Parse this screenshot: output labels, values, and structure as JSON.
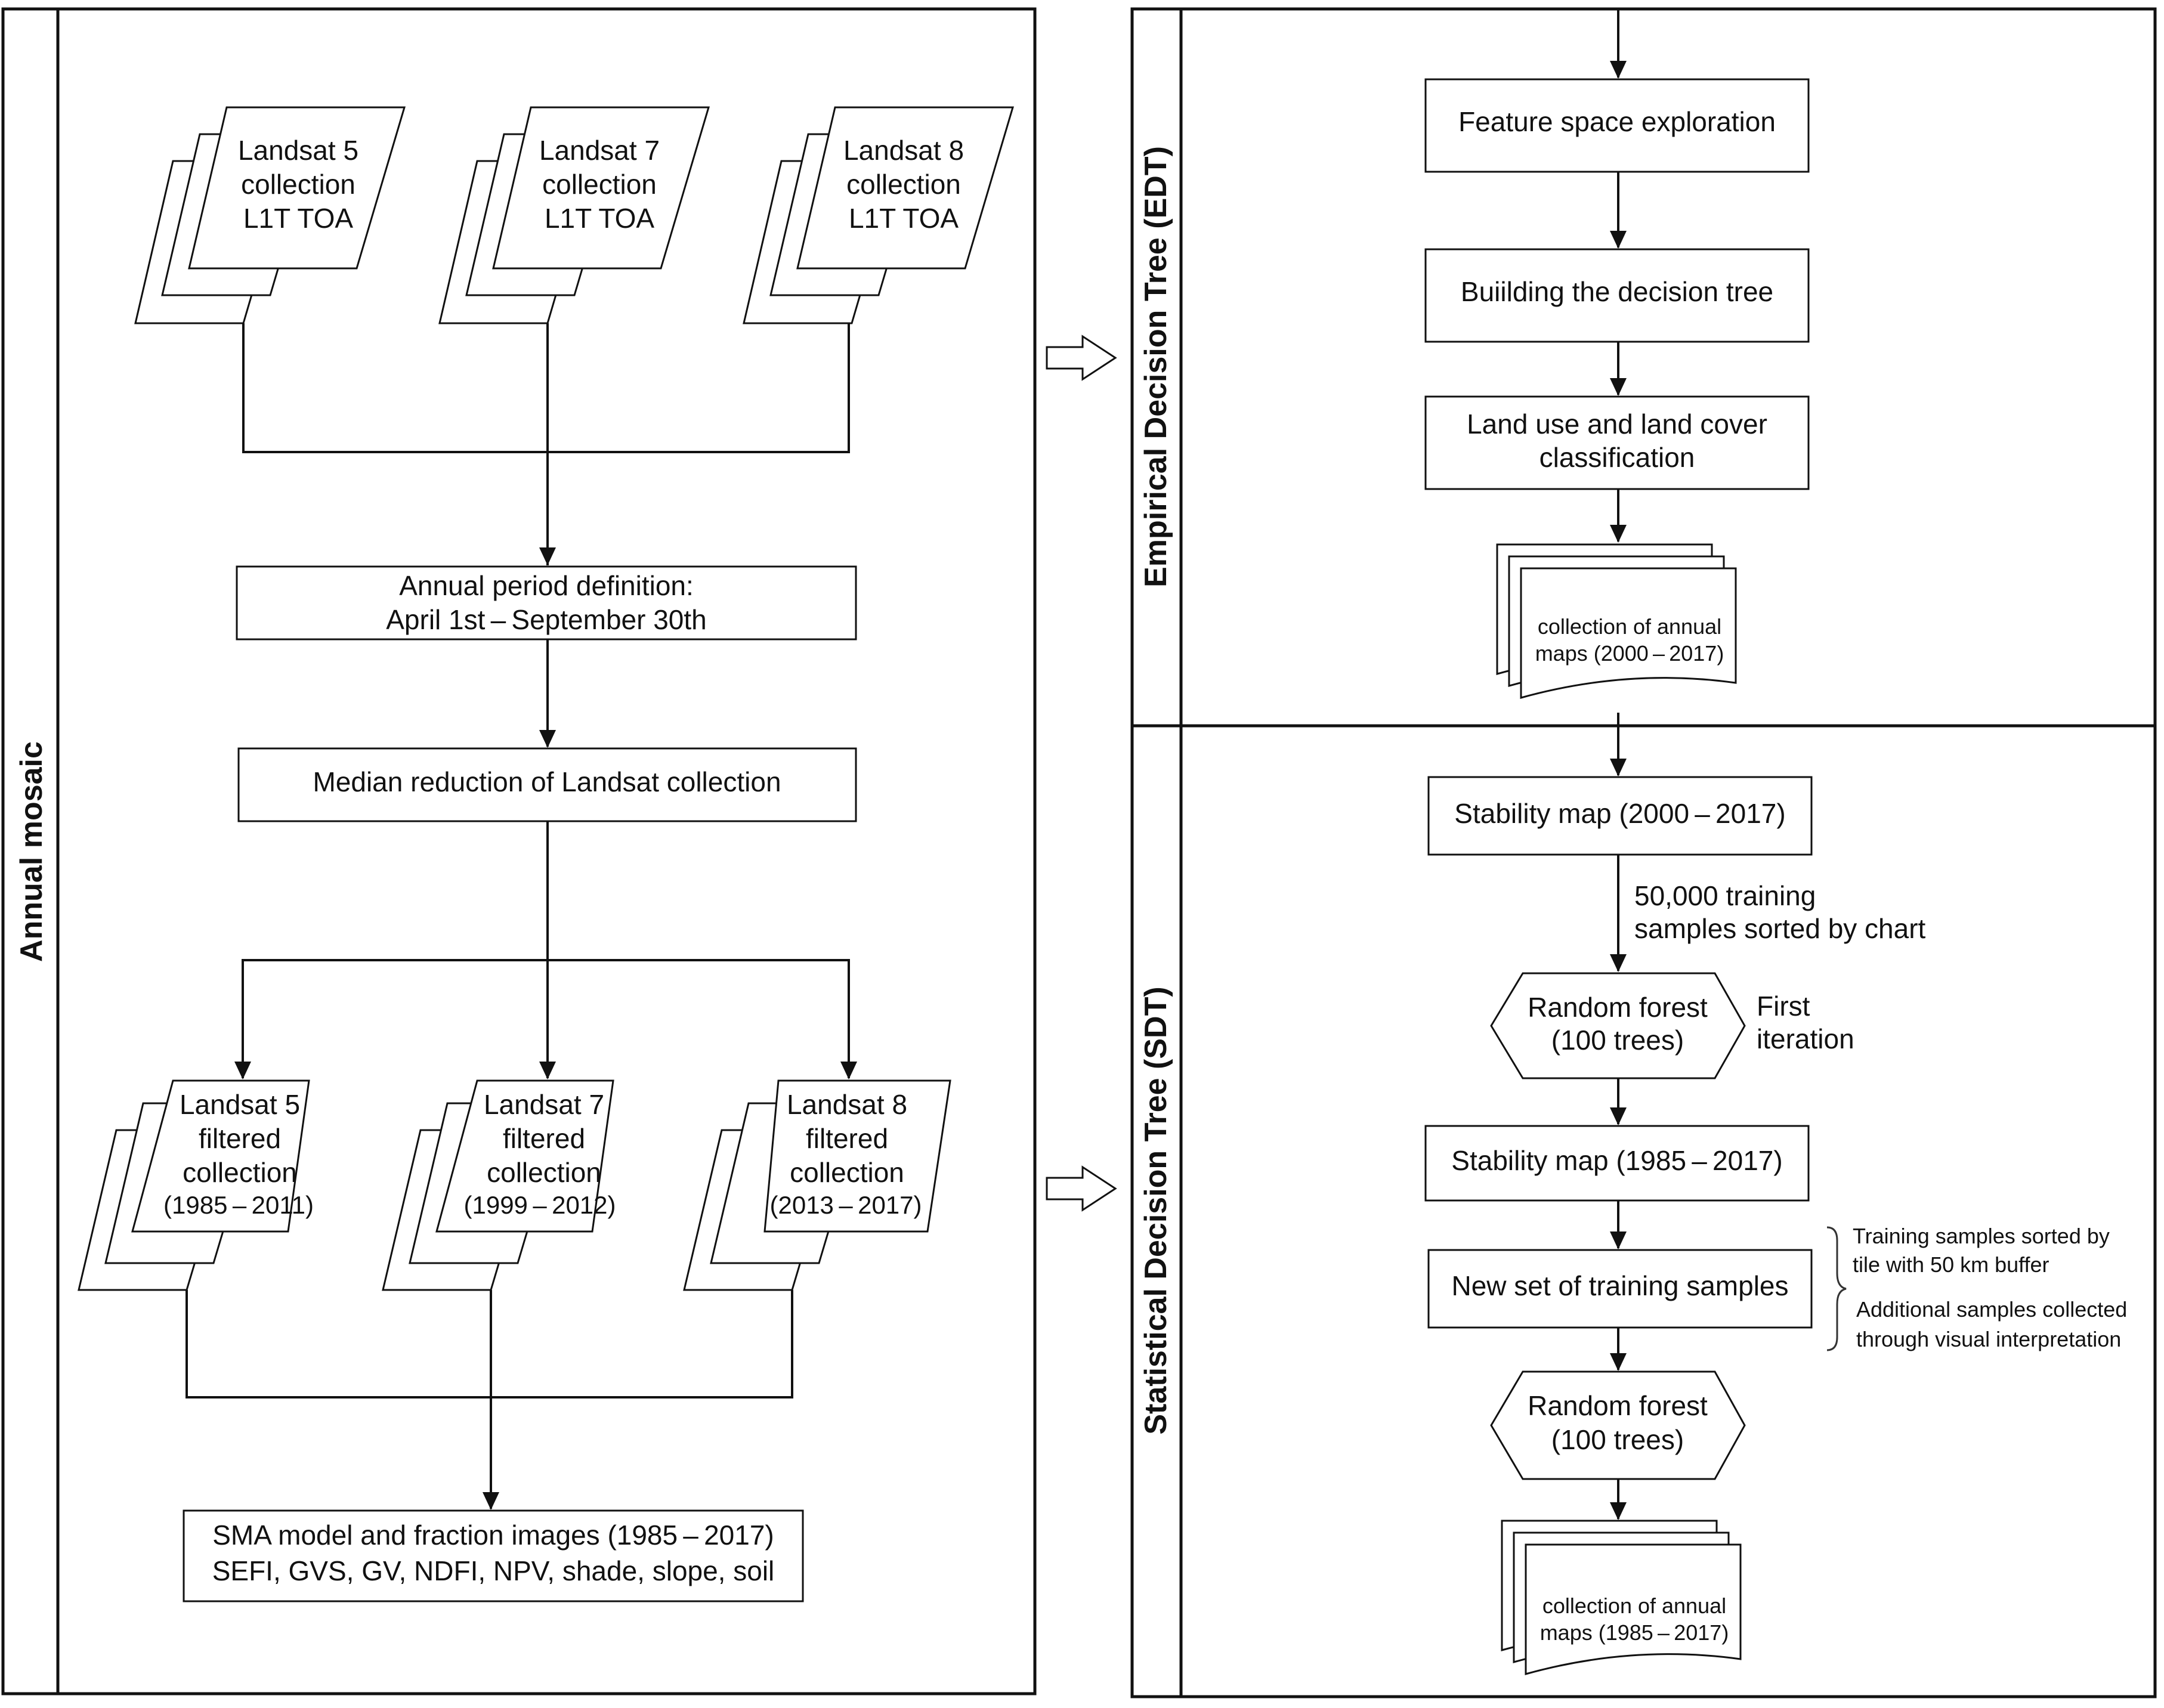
{
  "panels": {
    "left_title": "Annual mosaic",
    "edt_title": "Empirical Decision Tree (EDT)",
    "sdt_title": "Statistical Decision Tree (SDT)"
  },
  "collections": [
    {
      "l1": "Landsat 5",
      "l2": "collection",
      "l3": "L1T TOA"
    },
    {
      "l1": "Landsat 7",
      "l2": "collection",
      "l3": "L1T TOA"
    },
    {
      "l1": "Landsat 8",
      "l2": "collection",
      "l3": "L1T TOA"
    }
  ],
  "annual_period": {
    "l1": "Annual period definition:",
    "l2": "April 1st – September 30th"
  },
  "median_reduction": "Median reduction of Landsat collection",
  "filtered": [
    {
      "l1": "Landsat 5",
      "l2": "filtered",
      "l3": "collection",
      "l4": "(1985 – 2011)"
    },
    {
      "l1": "Landsat 7",
      "l2": "filtered",
      "l3": "collection",
      "l4": "(1999 – 2012)"
    },
    {
      "l1": "Landsat 8",
      "l2": "filtered",
      "l3": "collection",
      "l4": "(2013 – 2017)"
    }
  ],
  "sma": {
    "l1": "SMA model and fraction images (1985 – 2017)",
    "l2": "SEFI, GVS, GV, NDFI, NPV, shade, slope, soil"
  },
  "edt": {
    "feature_space": "Feature space exploration",
    "building": "Buiilding the decision tree",
    "classification": {
      "l1": "Land use and land cover",
      "l2": "classification"
    },
    "maps": {
      "l1": "collection of annual",
      "l2": "maps (2000 – 2017)"
    }
  },
  "sdt": {
    "stability1": "Stability map (2000 – 2017)",
    "training_note": {
      "l1": "50,000 training",
      "l2": "samples sorted by chart"
    },
    "rf1": {
      "l1": "Random forest",
      "l2": "(100 trees)"
    },
    "iteration": {
      "l1": "First",
      "l2": "iteration"
    },
    "stability2": "Stability map (1985 – 2017)",
    "new_set": "New set of training samples",
    "side_note1": {
      "l1": "Training samples sorted by",
      "l2": "tile with 50 km buffer"
    },
    "side_note2": {
      "l1": "Additional samples collected",
      "l2": "through visual interpretation"
    },
    "rf2": {
      "l1": "Random forest",
      "l2": "(100 trees)"
    },
    "maps": {
      "l1": "collection of annual",
      "l2": "maps (1985 – 2017)"
    }
  }
}
